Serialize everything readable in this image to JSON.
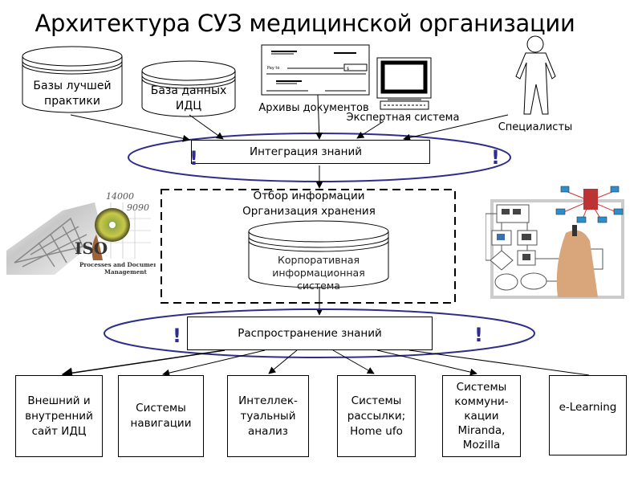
{
  "title": "Архитектура СУЗ медицинской организации",
  "sources": {
    "best_practices_db": "Базы лучшей\nпрактики",
    "idc_database": "База данных\nИДЦ",
    "document_archives": "Архивы документов",
    "expert_system": "Экспертная система",
    "specialists": "Специалисты",
    "cheque_pay_to": "Pay to",
    "cheque_currency": "$"
  },
  "integration": {
    "label": "Интеграция знаний",
    "marker": "!"
  },
  "storage": {
    "line1": "Отбор информации",
    "line2": "Организация хранения",
    "corporate_system": "Корпоративная\nинформационная\nсистема"
  },
  "iso_image": {
    "numbers_top": "14000",
    "numbers_bottom": "9090",
    "brand": "ISO",
    "caption_line1": "Processes and Documentation",
    "caption_line2": "Management"
  },
  "dissemination": {
    "label": "Распространение знаний",
    "marker": "!"
  },
  "outputs": [
    {
      "label": "Внешний и\nвнутренний\nсайт ИДЦ"
    },
    {
      "label": "Системы\nнавигации"
    },
    {
      "label": "Интеллек-\nтуальный\nанализ"
    },
    {
      "label": "Системы\nрассылки;\nHome ufo"
    },
    {
      "label": "Системы\nкоммуни-\nкации\nMiranda,\nMozilla"
    },
    {
      "label": "e-Learning"
    }
  ],
  "colors": {
    "ellipse": "#2e2e8a",
    "line": "#000000"
  }
}
